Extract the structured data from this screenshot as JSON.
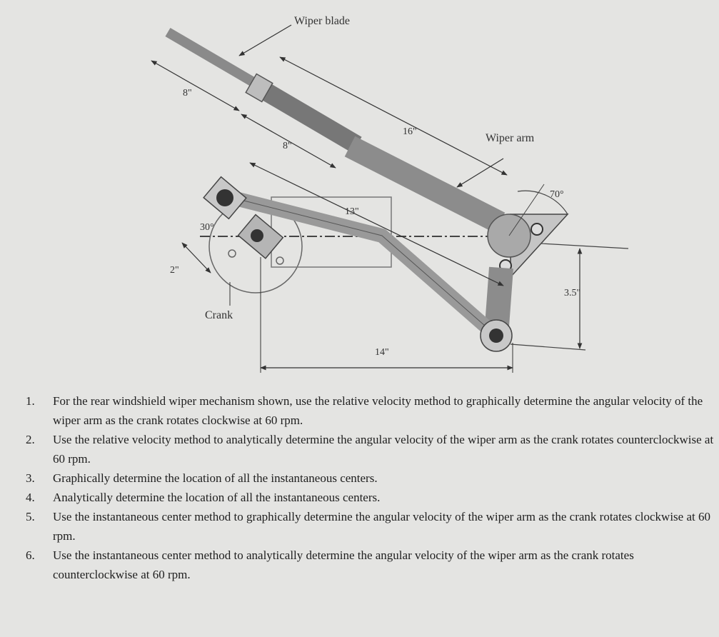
{
  "figure": {
    "labels": {
      "wiper_blade": "Wiper blade",
      "wiper_arm": "Wiper arm",
      "crank": "Crank",
      "dim_8a": "8\"",
      "dim_8b": "8\"",
      "dim_16": "16\"",
      "dim_13": "13\"",
      "dim_14": "14\"",
      "dim_2": "2\"",
      "dim_3_5": "3.5\"",
      "angle_30": "30°",
      "angle_70": "70°"
    }
  },
  "problems": [
    {
      "num": "1.",
      "text": "For the rear windshield wiper mechanism shown, use the relative velocity method to graphically determine the angular velocity of the wiper arm as the crank rotates clockwise at 60 rpm."
    },
    {
      "num": "2.",
      "text": "Use the relative velocity method to analytically determine the angular velocity of the wiper arm as the crank rotates counterclockwise at 60 rpm."
    },
    {
      "num": "3.",
      "text": "Graphically determine the location of all the instantaneous centers."
    },
    {
      "num": "4.",
      "text": "Analytically determine the location of all the instantaneous centers."
    },
    {
      "num": "5.",
      "text": "Use the instantaneous center method to graphically determine the angular velocity of the wiper arm as the crank rotates clockwise at 60 rpm."
    },
    {
      "num": "6.",
      "text": "Use the instantaneous center method to analytically determine the angular velocity of the wiper arm as the crank rotates counterclockwise at 60 rpm."
    }
  ]
}
